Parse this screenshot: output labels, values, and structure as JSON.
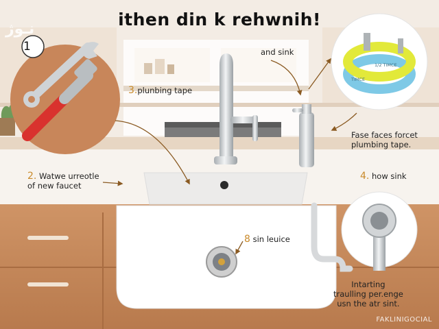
{
  "title": "ithen din k rehwnih!",
  "watermark": "نـوژ",
  "credit": "FAKLINIGOCIAL",
  "step1": {
    "number": "1"
  },
  "tape_label": {
    "number": "3.",
    "text": "plunbing tape"
  },
  "and_sink_label": {
    "text": "and sink"
  },
  "fase_label": {
    "lines": [
      "Fase faces forcet",
      "plumbing tape."
    ]
  },
  "watwe_label": {
    "number": "2.",
    "lines": [
      "Watwe urreotle",
      "of new faucet"
    ]
  },
  "how_sink_label": {
    "number": "4.",
    "text": "how sink"
  },
  "sin_label": {
    "number": "8",
    "text": "sin leuice"
  },
  "intarting_label": {
    "lines": [
      "Intarting",
      "traulling per.enge",
      "usn the atr sint."
    ]
  },
  "tape_roll_text": {
    "inner": "1/2 TIMCE",
    "outer": "TIMCE"
  },
  "colors": {
    "accent": "#c98a2a",
    "wood": "#c9885a",
    "wall": "#f3ece4",
    "sink": "#ffffff",
    "chrome": "#cfd3d6",
    "wrench_red": "#d9322e",
    "tape_yellow": "#e2e93a",
    "tape_blue": "#7ec9e6"
  }
}
